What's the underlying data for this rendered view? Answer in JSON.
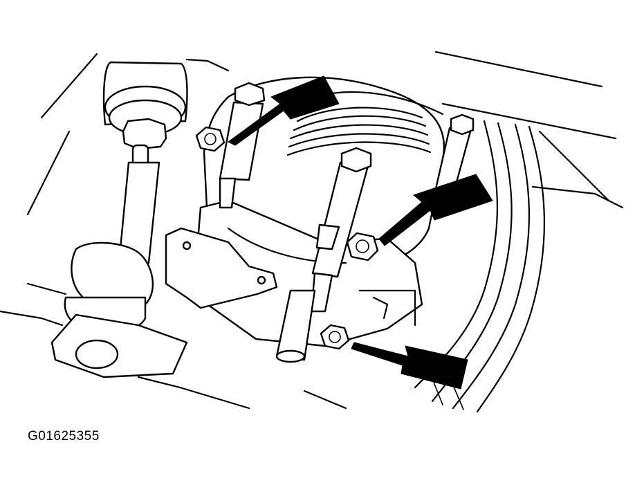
{
  "figure": {
    "identifier": "G01625355"
  },
  "callouts": {
    "arrow_count": 3,
    "fastener_count": 3
  },
  "colors": {
    "line": "#000000",
    "background": "#ffffff"
  }
}
